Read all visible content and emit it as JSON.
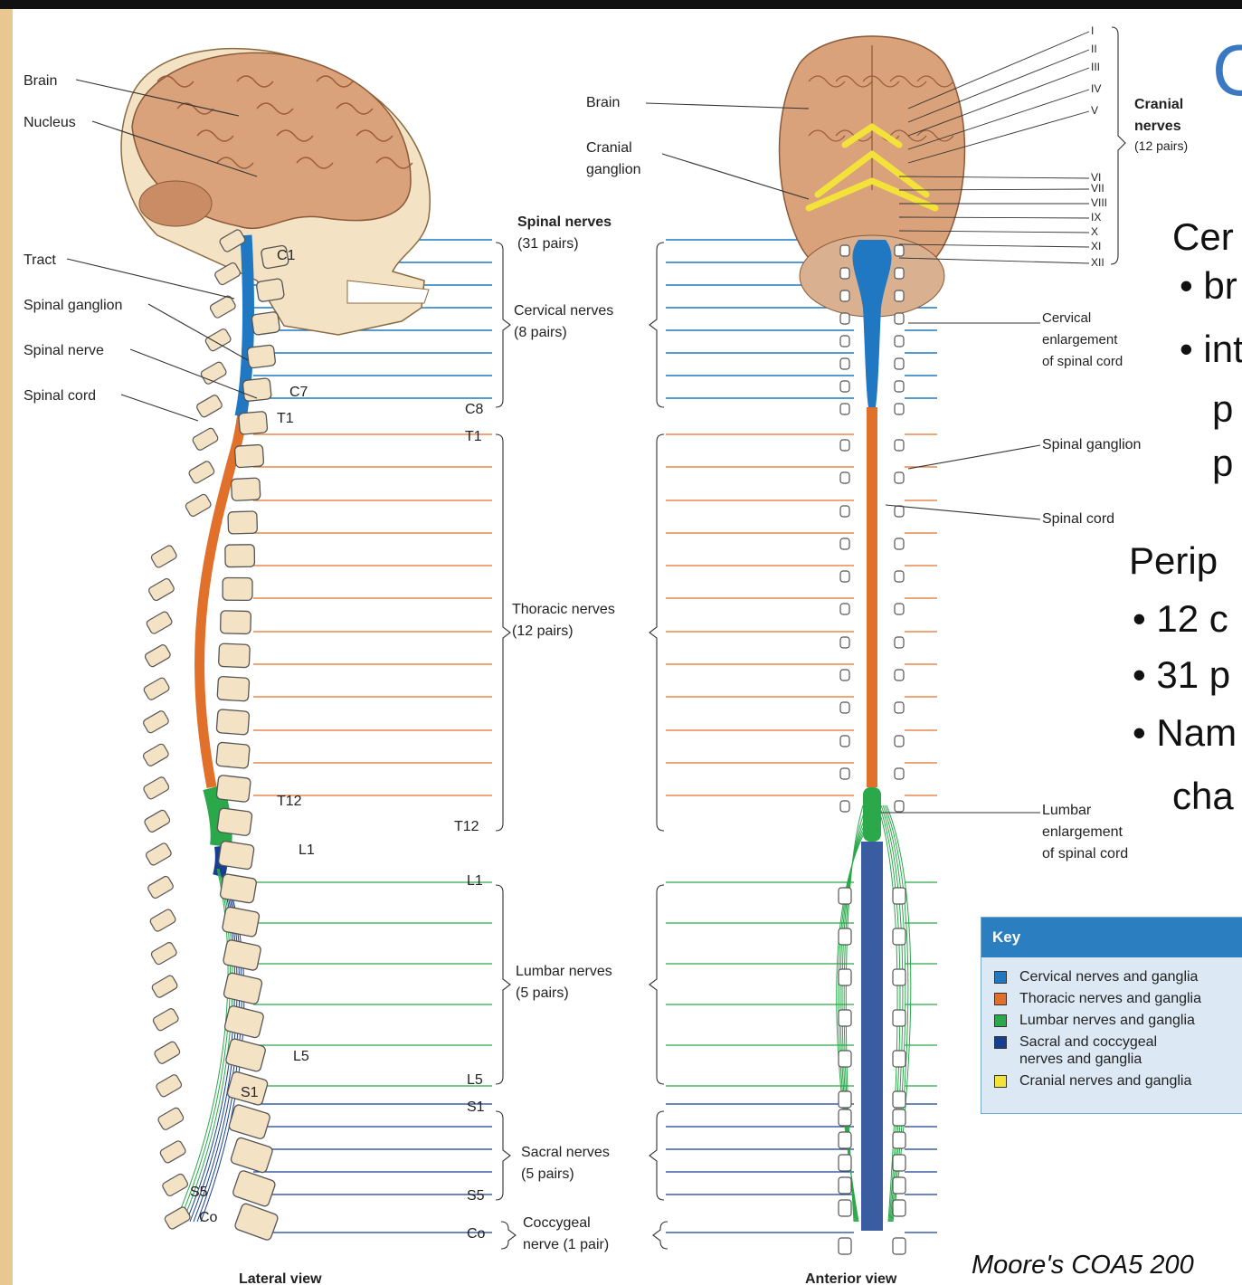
{
  "title_glyph": "C",
  "slide_bullets": {
    "central_heading": "Cer",
    "central_b1": "• br",
    "central_b2": "• int",
    "central_b2_line2": "p",
    "central_b2_line3": "p",
    "peripheral_heading": "Perip",
    "peripheral_b1": "• 12 c",
    "peripheral_b2": "• 31 p",
    "peripheral_b3": "• Nam",
    "peripheral_b3_line2": "cha"
  },
  "citation": "Moore's COA5 200",
  "lateral": {
    "brain": "Brain",
    "nucleus": "Nucleus",
    "tract": "Tract",
    "spinal_ganglion": "Spinal ganglion",
    "spinal_nerve": "Spinal nerve",
    "spinal_cord": "Spinal cord",
    "view_label": "Lateral view",
    "levels": {
      "c1": "C1",
      "c7": "C7",
      "t1": "T1",
      "t12": "T12",
      "l1": "L1",
      "l5": "L5",
      "s1": "S1",
      "s5": "S5",
      "co": "Co"
    }
  },
  "middle": {
    "spinal_nerves": "Spinal nerves",
    "spinal_nerves_count": "(31 pairs)",
    "cervical": "Cervical nerves",
    "cervical_count": "(8 pairs)",
    "thoracic": "Thoracic nerves",
    "thoracic_count": "(12 pairs)",
    "lumbar": "Lumbar nerves",
    "lumbar_count": "(5 pairs)",
    "sacral": "Sacral nerves",
    "sacral_count": "(5 pairs)",
    "coccygeal": "Coccygeal",
    "coccygeal_count": "nerve (1 pair)",
    "levels": {
      "c8": "C8",
      "t1": "T1",
      "t12": "T12",
      "l1": "L1",
      "l5": "L5",
      "s1": "S1",
      "s5": "S5",
      "co": "Co"
    }
  },
  "anterior": {
    "brain": "Brain",
    "cranial_ganglion_1": "Cranial",
    "cranial_ganglion_2": "ganglion",
    "cranial_nerves_1": "Cranial",
    "cranial_nerves_2": "nerves",
    "cranial_nerves_3": "(12 pairs)",
    "cervical_enl_1": "Cervical",
    "cervical_enl_2": "enlargement",
    "cervical_enl_3": "of spinal cord",
    "spinal_ganglion": "Spinal ganglion",
    "spinal_cord": "Spinal cord",
    "lumbar_enl_1": "Lumbar",
    "lumbar_enl_2": "enlargement",
    "lumbar_enl_3": "of spinal cord",
    "view_label": "Anterior view",
    "roman": [
      "I",
      "II",
      "III",
      "IV",
      "V",
      "VI",
      "VII",
      "VIII",
      "IX",
      "X",
      "XI",
      "XII"
    ]
  },
  "key": {
    "heading": "Key",
    "items": [
      {
        "label": "Cervical nerves and ganglia",
        "color": "#1f78c1"
      },
      {
        "label": "Thoracic nerves and ganglia",
        "color": "#e0702a"
      },
      {
        "label": "Lumbar nerves and ganglia",
        "color": "#2aa84a"
      },
      {
        "label": "Sacral and coccygeal",
        "label2": "nerves and ganglia",
        "color": "#173f8f"
      },
      {
        "label": "Cranial nerves and ganglia",
        "color": "#f3e23a"
      }
    ]
  },
  "colors": {
    "cervical": "#1f78c1",
    "thoracic": "#e0702a",
    "lumbar": "#2aa84a",
    "sacral": "#173f8f",
    "cranial": "#f3e23a",
    "bone": "#f4e2c4",
    "brain": "#d9a27a"
  }
}
